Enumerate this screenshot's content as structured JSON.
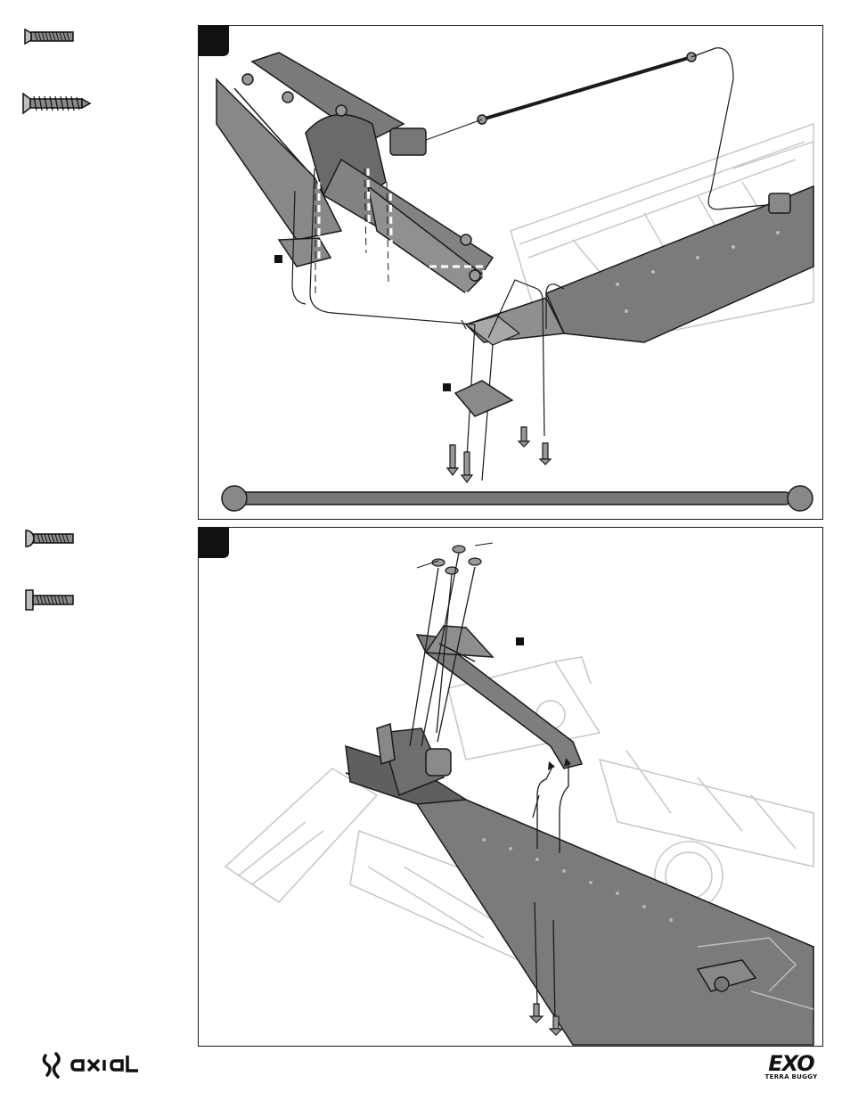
{
  "page": {
    "brand_logo_text": "axial",
    "product_logo": {
      "main": "EXO",
      "sub": "TERRA BUGGY"
    }
  },
  "sidebar_icons": [
    "flat-head-screw-icon",
    "flat-head-self-tapping-screw-icon",
    "button-head-screw-icon",
    "cap-head-screw-icon"
  ],
  "colors": {
    "part_dark": "#6e6e6e",
    "part_mid": "#9a9a9a",
    "part_light": "#cfcfcf",
    "outline": "#1a1a1a",
    "chassis_ghost": "#d9d9d9"
  }
}
